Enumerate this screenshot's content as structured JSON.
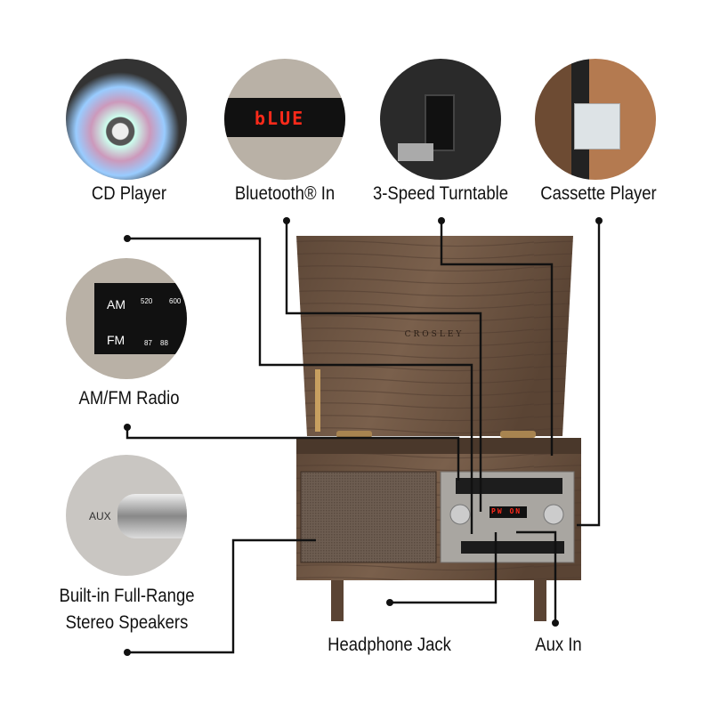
{
  "features": {
    "cd_player": "CD Player",
    "bluetooth": "Bluetooth® In",
    "turntable": "3-Speed Turntable",
    "cassette": "Cassette Player",
    "radio": "AM/FM Radio",
    "speakers_line1": "Built-in Full-Range",
    "speakers_line2": "Stereo Speakers",
    "headphone": "Headphone Jack",
    "aux": "Aux In"
  },
  "insets": {
    "bluetooth_display": "bLUE",
    "radio_am": "AM",
    "radio_fm": "FM",
    "am_ticks": [
      "520",
      "600"
    ],
    "fm_ticks": [
      "87",
      "88"
    ],
    "aux_label": "AUX"
  },
  "product": {
    "brand": "CROSLEY",
    "display": "PW ON"
  },
  "colors": {
    "wood": "#6b5443",
    "line": "#111111",
    "display": "#ff2a1a"
  }
}
